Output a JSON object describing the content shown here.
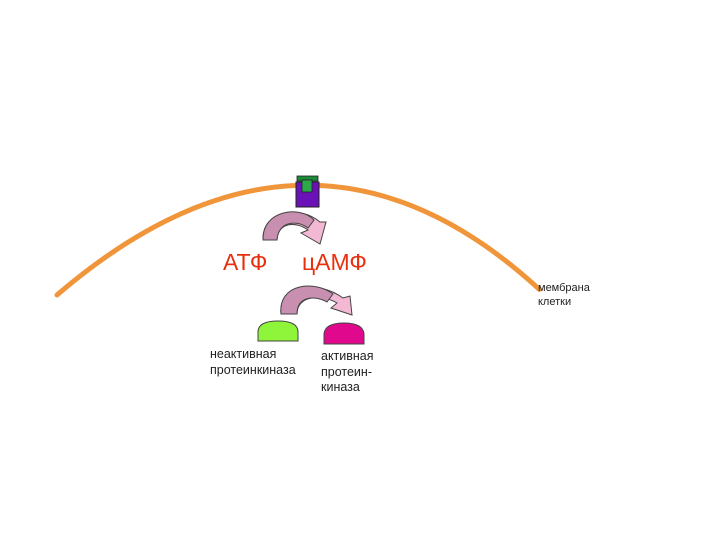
{
  "labels": {
    "atp": "АТФ",
    "camp": "цАМФ",
    "membrane": "мембрана\nклетки",
    "inactive_kinase": "неактивная\nпротеинкиназа",
    "active_kinase": "активная\nпротеин-\nкиназа"
  },
  "colors": {
    "membrane": "#f0953a",
    "receptor_body": "#6a12b8",
    "receptor_cap": "#1f8a3a",
    "arrow_dark": "#c88fb0",
    "arrow_light": "#f3b9d4",
    "inactive_kinase": "#8ef53a",
    "active_kinase": "#e0088c",
    "main_text": "#e8300f"
  },
  "icons": [
    "receptor-icon",
    "curved-arrow-icon",
    "kinase-blob-icon"
  ]
}
